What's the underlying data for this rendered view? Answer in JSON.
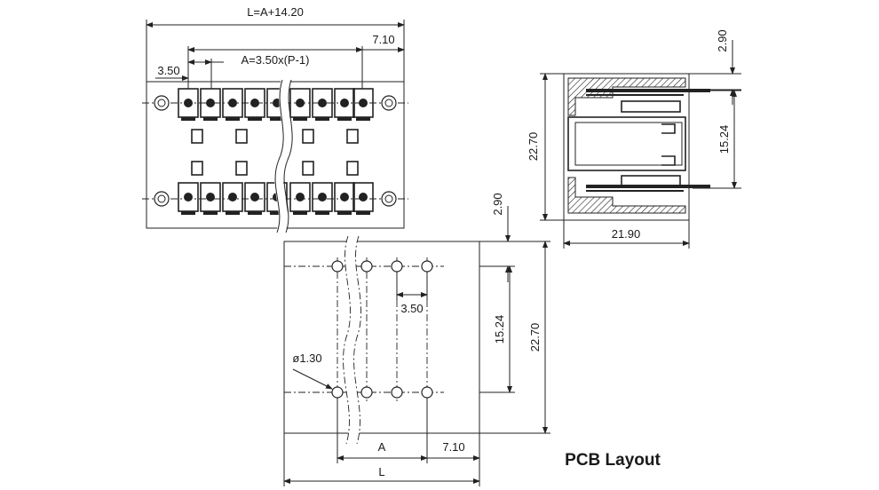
{
  "front_view": {
    "dim_total": "L=A+14.20",
    "dim_span": "A=3.50x(P-1)",
    "dim_pitch": "3.50",
    "dim_end": "7.10"
  },
  "side_view": {
    "dim_top": "2.90",
    "dim_height": "22.70",
    "dim_pin_spacing": "15.24",
    "dim_depth": "21.90"
  },
  "pcb_layout": {
    "dim_top": "2.90",
    "dim_pitch": "3.50",
    "dim_pin_spacing": "15.24",
    "dim_height": "22.70",
    "dim_hole": "ø1.30",
    "dim_a": "A",
    "dim_end": "7.10",
    "dim_l": "L",
    "title": "PCB Layout"
  }
}
